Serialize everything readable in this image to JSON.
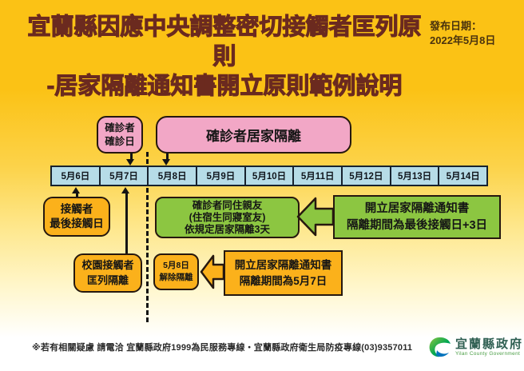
{
  "header": {
    "title_line1": "宜蘭縣因應中央調整密切接觸者匡列原則",
    "title_line2": "-居家隔離通知書開立原則範例說明",
    "publish_label": "發布日期：",
    "publish_value": "2022年5月8日"
  },
  "timeline": {
    "dates": [
      "5月6日",
      "5月7日",
      "5月8日",
      "5月9日",
      "5月10日",
      "5月11日",
      "5月12日",
      "5月13日",
      "5月14日"
    ]
  },
  "diagram": {
    "confirmed_case_date": {
      "line1": "確診者",
      "line2": "確診日"
    },
    "confirmed_home_isolation": "確診者居家隔離",
    "contact_last_day": {
      "line1": "接觸者",
      "line2": "最後接觸日"
    },
    "cohabitants": {
      "line1": "確診者同住親友",
      "line2": "(住宿生同寢室友)",
      "line3": "依規定居家隔離3天"
    },
    "notice_contact": {
      "line1": "開立居家隔離通知書",
      "line2": "隔離期間為最後接觸日+3日"
    },
    "campus_contacts": {
      "line1": "校園接觸者",
      "line2": "匡列隔離"
    },
    "release": {
      "line1": "5月8日",
      "line2": "解除隔離"
    },
    "notice_campus": {
      "line1": "開立居家隔離通知書",
      "line2": "隔離期間為5月7日"
    }
  },
  "footer": {
    "note": "※若有相關疑慮 請電洽 宜蘭縣政府1999為民服務專線・宜蘭縣政府衛生局防疫專線(03)9357011",
    "logo_name": "宜蘭縣政府",
    "logo_name_en": "Yilan County Government"
  },
  "colors": {
    "background_top": "#FBC215",
    "title_maroon": "#6B2A1F",
    "pink_box": "#F2A7C6",
    "timeline_blue": "#B6DCE7",
    "orange_box": "#FBB11B",
    "green_box": "#8CC641",
    "border_dark": "#26180F"
  }
}
